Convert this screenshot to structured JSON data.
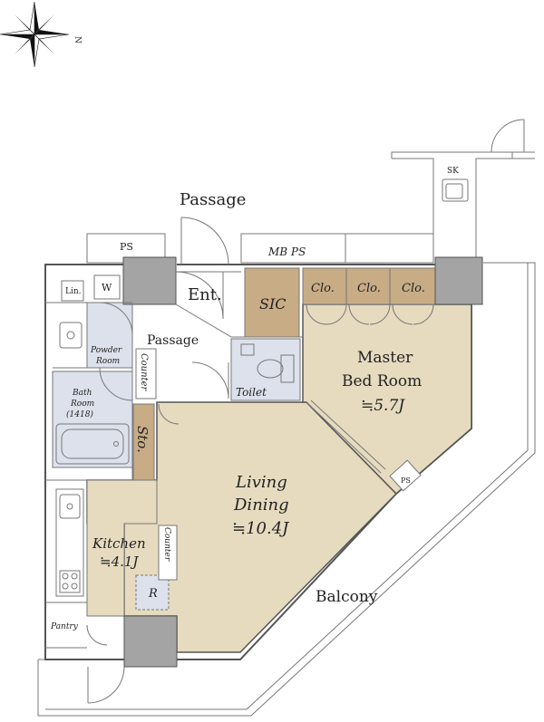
{
  "compass": {
    "north_label": "N"
  },
  "labels": {
    "passage_outer": "Passage",
    "ps_top": "PS",
    "mb_ps": "MB PS",
    "sk": "SK",
    "lin": "Lin.",
    "w": "W",
    "ent": "Ent.",
    "sic": "SIC",
    "clo_1": "Clo.",
    "clo_2": "Clo.",
    "clo_3": "Clo.",
    "powder_room_1": "Powder",
    "powder_room_2": "Room",
    "passage_inner": "Passage",
    "counter_1": "Counter",
    "toilet": "Toilet",
    "master_1": "Master",
    "master_2": "Bed Room",
    "master_area": "≒5.7J",
    "bath_1": "Bath",
    "bath_2": "Room",
    "bath_3": "(1418)",
    "sto": "Sto.",
    "ps_small": "PS",
    "living_1": "Living",
    "living_2": "Dining",
    "living_area": "≒10.4J",
    "kitchen_1": "Kitchen",
    "kitchen_area": "≒4.1J",
    "counter_2": "Counter",
    "r": "R",
    "pantry": "Pantry",
    "balcony": "Balcony"
  },
  "colors": {
    "room_beige": "#e6dbbf",
    "storage_brown": "#c7ac86",
    "wet_blue": "#dde1ec",
    "pillar_gray": "#a4a4a4",
    "wall": "#555555"
  }
}
